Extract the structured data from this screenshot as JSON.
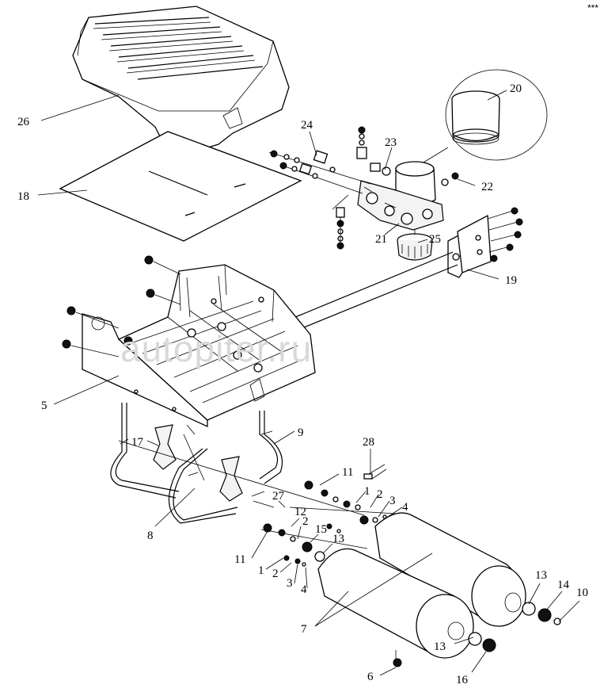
{
  "watermark": "autopiter.ru",
  "corner_mark": "***",
  "callouts": {
    "c26": "26",
    "c18": "18",
    "c24": "24",
    "c23": "23",
    "c20": "20",
    "c22": "22",
    "c21": "21",
    "c25": "25",
    "c19": "19",
    "c5": "5",
    "c17": "17",
    "c9": "9",
    "c8": "8",
    "c28": "28",
    "c11a": "11",
    "c1a": "1",
    "c2a": "2",
    "c3a": "3",
    "c4a": "4",
    "c27": "27",
    "c12": "12",
    "c2b": "2",
    "c15": "15",
    "c13a": "13",
    "c11b": "11",
    "c1b": "1",
    "c2c": "2",
    "c3b": "3",
    "c4b": "4",
    "c7": "7",
    "c13b": "13",
    "c14": "14",
    "c10": "10",
    "c13c": "13",
    "c16": "16",
    "c6": "6"
  }
}
